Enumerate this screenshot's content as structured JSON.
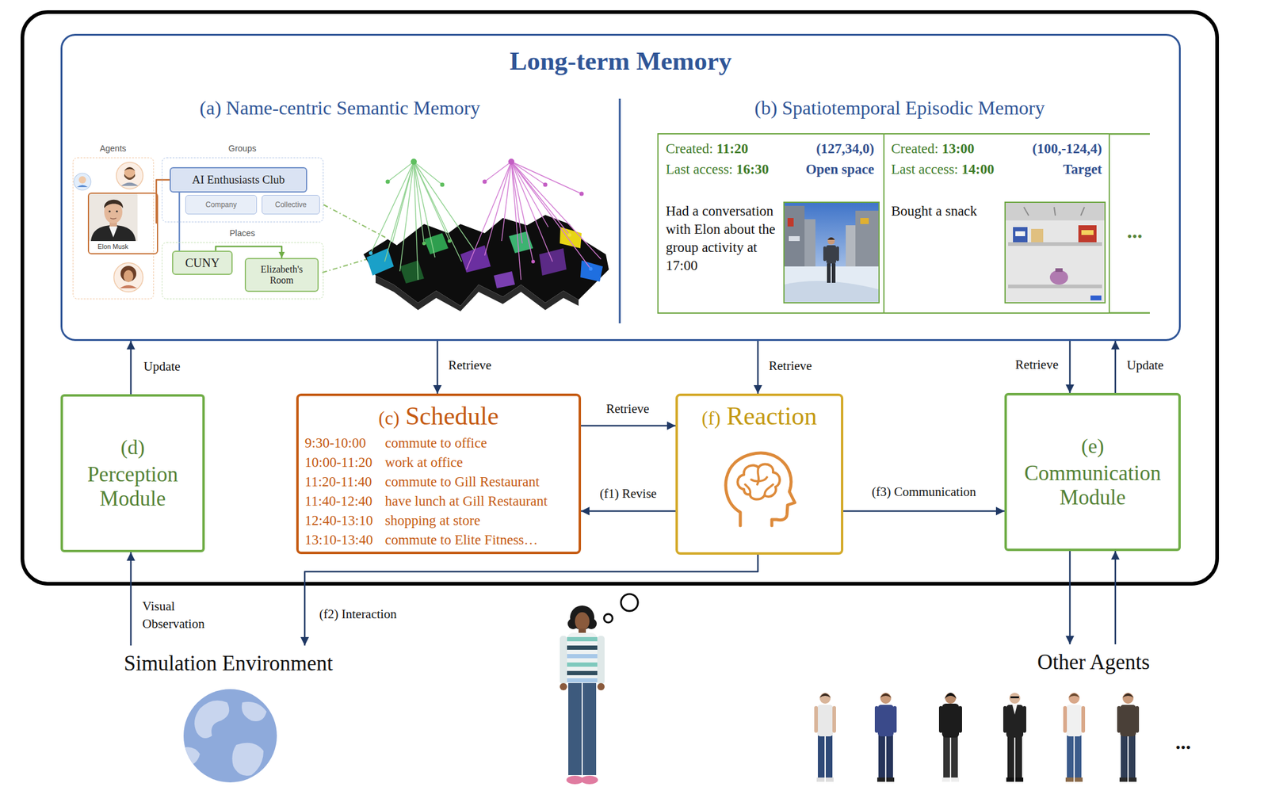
{
  "diagram": {
    "nodes": [
      {
        "text": [
          "Long-term Memory"
        ]
      },
      {
        "text": [
          "Agents"
        ],
        "in": 0
      },
      {
        "text": [
          "Elon Musk"
        ],
        "in": 1
      },
      {
        "text": [
          "Groups"
        ],
        "in": 0
      },
      {
        "text": [
          "AI Enthusiasts Club"
        ],
        "in": 3
      },
      {
        "text": [
          "Company"
        ],
        "in": 3
      },
      {
        "text": [
          "Collective"
        ],
        "in": 3
      },
      {
        "text": [
          "Places"
        ],
        "in": 0
      },
      {
        "text": [
          "CUNY"
        ],
        "in": 7
      },
      {
        "text": [
          "Elizabeth's Room"
        ],
        "in": 7
      },
      {
        "text": [
          "Created: 11:20",
          "(127,34,0)",
          "Last access: 16:30",
          "Open space",
          "Had a conversation with Elon about the group activity at 17:00"
        ],
        "in": 0
      },
      {
        "text": [
          "Created: 13:00",
          "(100,-124,4)",
          "Last access: 14:00",
          "Target",
          "Bought a snack"
        ],
        "in": 0
      },
      {
        "text": [
          "(d)",
          "Perception Module"
        ]
      },
      {
        "text": [
          "(c)",
          "Schedule",
          "9:30-10:00",
          "commute to office",
          "10:00-11:20",
          "work at office",
          "11:20-11:40",
          "commute to Gill Restaurant",
          "11:40-12:40",
          "have lunch at Gill Restaurant",
          "12:40-13:10",
          "shopping at store",
          "13:10-13:40",
          "commute to Elite Fitness…"
        ]
      },
      {
        "text": [
          "(f)",
          "Reaction"
        ]
      },
      {
        "text": [
          "(e)",
          "Communication Module"
        ]
      },
      {
        "text": [
          "Simulation Environment"
        ]
      },
      {
        "text": [
          "Other Agents"
        ]
      }
    ],
    "edges": [
      {
        "from": 2,
        "to": 4,
        "arrow": "none"
      },
      {
        "from": 4,
        "to": 8,
        "arrow": "none"
      },
      {
        "from": 8,
        "to": 9,
        "arrow": "to"
      },
      {
        "from": 12,
        "to": 0,
        "label": "Update",
        "arrow": "to"
      },
      {
        "from": 0,
        "to": 13,
        "label": "Retrieve",
        "arrow": "to"
      },
      {
        "from": 0,
        "to": 14,
        "label": "Retrieve",
        "arrow": "to"
      },
      {
        "from": 0,
        "to": 15,
        "label": "Retrieve",
        "arrow": "to"
      },
      {
        "from": 15,
        "to": 0,
        "label": "Update",
        "arrow": "to"
      },
      {
        "from": 13,
        "to": 14,
        "label": "Retrieve",
        "arrow": "to"
      },
      {
        "from": 14,
        "to": 13,
        "label": "(f1) Revise",
        "arrow": "to"
      },
      {
        "from": 14,
        "to": 15,
        "label": "(f3) Communication",
        "arrow": "to"
      },
      {
        "from": 14,
        "to": 16,
        "label": "(f2) Interaction",
        "arrow": "to"
      },
      {
        "from": 16,
        "to": 12,
        "label": "Visual Observation",
        "arrow": "to"
      },
      {
        "from": 15,
        "to": 17,
        "arrow": "to"
      },
      {
        "from": 17,
        "to": 15,
        "arrow": "to"
      }
    ],
    "labels": [
      "(a) Name-centric Semantic Memory",
      "(b) Spatiotemporal Episodic Memory",
      "...",
      "..."
    ]
  }
}
